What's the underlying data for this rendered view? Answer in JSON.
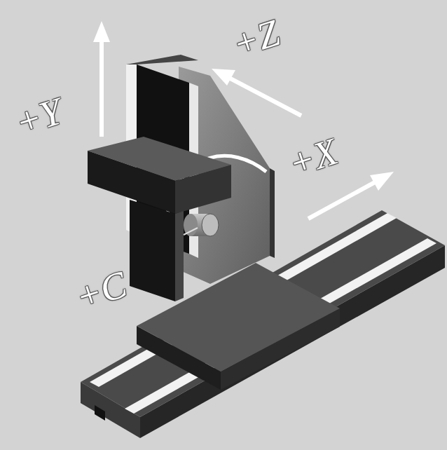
{
  "diagram": {
    "labels": [
      "+Y",
      "+Z",
      "+X",
      "+C"
    ]
  }
}
